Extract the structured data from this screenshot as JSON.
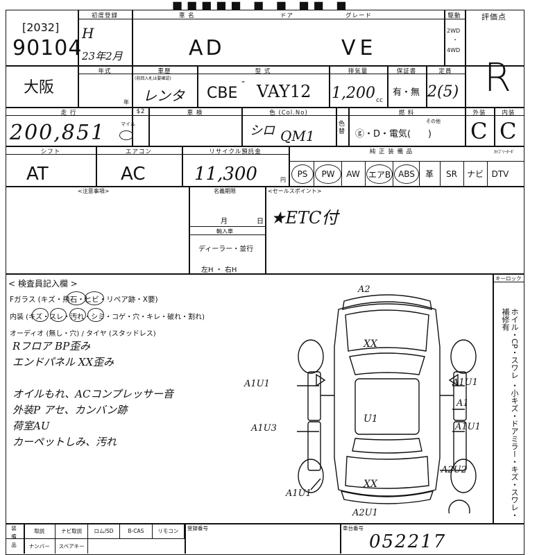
{
  "top_title": "■■■■■ ■ ■ ■■ ■",
  "header": {
    "lot_label": "",
    "lot_code": "[2032]",
    "lot_number": "90104",
    "first_reg_label": "初度登録",
    "era": "H",
    "reg_date": "23年2月",
    "car_name_label": "車 名",
    "car_name": "AD",
    "door_label": "ドア",
    "grade_label": "グレード",
    "grade": "VE",
    "drive_label": "駆動",
    "drive_2wd": "2WD",
    "drive_dot": "・",
    "drive_4wd": "4WD",
    "score_label": "評価点",
    "score": "R"
  },
  "row2": {
    "region": "大阪",
    "year_label": "年式",
    "usage_label": "車歴",
    "usage_note": "(前回入札は要確認)",
    "usage": "レンタ",
    "usage_unit": "年",
    "model_label": "型 式",
    "model_prefix": "CBE",
    "model": "VAY12",
    "displacement_label": "排気量",
    "displacement": "1,200",
    "displacement_unit": "cc",
    "warranty_label": "保証書",
    "warranty": "有・無",
    "capacity_label": "定員",
    "capacity": "2(5)"
  },
  "row3": {
    "mileage_label": "走 行",
    "mileage_unit_label": "$2",
    "mileage": "200,851",
    "mileage_unit": "マイル",
    "inspection_label": "車 検",
    "color_label": "色 (Col.No)",
    "color": "シロ",
    "color_code": "QM1",
    "color_change_label": "色替",
    "fuel_label": "燃 料",
    "fuel_other_label": "その他",
    "fuel": "ⓖ・D・電気(      )",
    "exterior_label": "外装",
    "exterior": "C",
    "interior_label": "内装",
    "interior": "C"
  },
  "row4": {
    "shift_label": "シフト",
    "shift": "AT",
    "aircon_label": "エアコン",
    "aircon": "AC",
    "recycle_label": "リサイクル預託金",
    "recycle": "11,300",
    "recycle_unit": "円",
    "equipment_label": "純 正 装 備 品",
    "turbo_label": "ｶﾃｺﾞﾘｰﾀｰﾎﾞ",
    "equipment": [
      "PS",
      "PW",
      "AW",
      "エアB",
      "ABS",
      "革",
      "SR",
      "ナビ",
      "DTV"
    ]
  },
  "notes": {
    "caution_label": "<注意事項>",
    "expiry_label": "名義期限",
    "expiry_month": "月",
    "expiry_day": "日",
    "import_label": "輸入車",
    "dealer": "ディーラー・並行",
    "steering": "左H ・ 右H",
    "sales_point_label": "<セールスポイント>",
    "sales_point": "★ETC付"
  },
  "inspector": {
    "title": "< 検査員記入欄 >",
    "glass_line": "Fガラス (キズ・飛石・ヒビ・リペア跡・X要)",
    "interior_line": "内装 (キズ・スレ・汚れ・シミ・コゲ・穴・キレ・破れ・割れ)",
    "audio_line": "オーディオ (無し・穴) / タイヤ (スタッドレス)",
    "handwritten": [
      "Rフロア BP歪み",
      "エンドパネル XX歪み",
      "",
      "オイルもれ、ACコンプレッサー音",
      "外装P アセ、カンバン跡",
      "荷室AU",
      "カーペットしみ、汚れ"
    ]
  },
  "diagram": {
    "key_lock_label": "キーロック",
    "marks": [
      "A2",
      "XX",
      "A1U1",
      "A1U1",
      "A1",
      "U1",
      "A1U3",
      "A1U1",
      "A2U2",
      "XX",
      "A1U1",
      "A2U1"
    ],
    "side_text": "ホイル・CP・スワレ ・小キズ・ドアミラー・キズ・スワレ・補修有"
  },
  "footer": {
    "label_col": "装 備 品",
    "items_top": [
      "取説",
      "ナビ取説",
      "ロム/SD",
      "B-CAS",
      "リモコン"
    ],
    "items_bottom": [
      "ナンバー",
      "スペアキー"
    ],
    "reg_number_label": "登録番号",
    "chassis_label": "車台番号",
    "chassis": "052217"
  }
}
